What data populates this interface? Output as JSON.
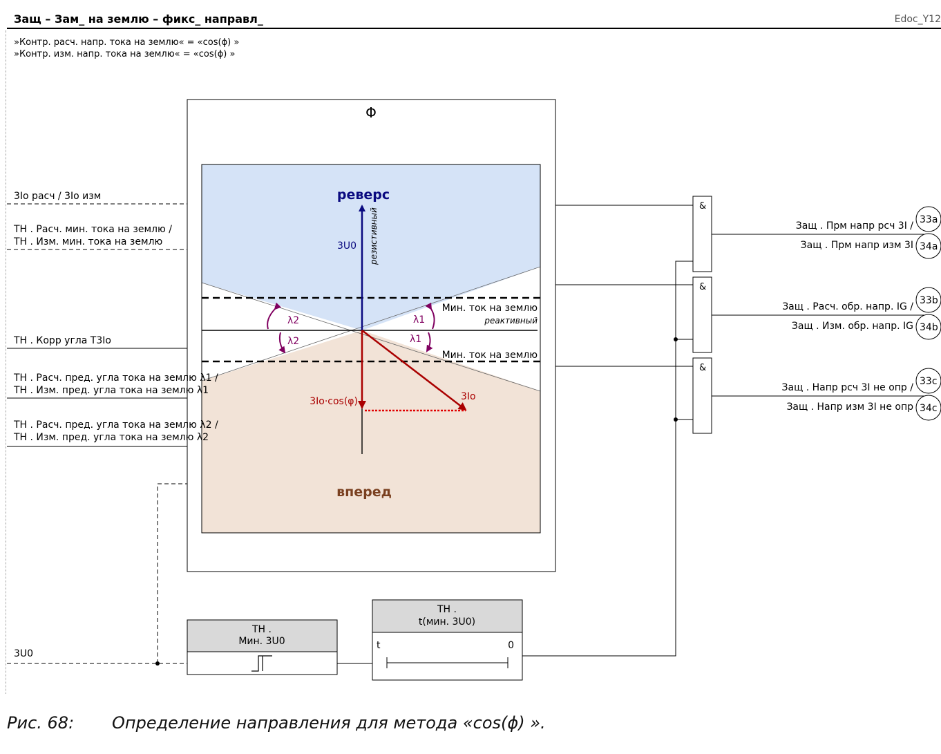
{
  "header": {
    "title": "Защ – Зам_ на землю – фикс_ направл_",
    "doc_id": "Edoc_Y12"
  },
  "conditions": [
    "»Контр. расч. напр. тока на землю« = «cos(ϕ) »",
    "»Контр. изм. напр. тока на землю« = «cos(ϕ) »"
  ],
  "inputs": {
    "in1": "3Io расч / 3Io изм",
    "in2a": "TH . Расч. мин. тока на землю /",
    "in2b": "TH . Изм. мин. тока на землю",
    "in3": "TH . Корр угла T3Io",
    "in4a": "TH . Расч. пред. угла тока на землю λ1 /",
    "in4b": "TH . Изм. пред. угла тока на землю λ1",
    "in5a": "TH . Расч. пред. угла тока на землю λ2 /",
    "in5b": "TH . Изм. пред. угла тока на землю λ2",
    "in6": "3U0"
  },
  "phasor": {
    "block_title": "Φ",
    "reverse": "реверс",
    "forward": "вперед",
    "resistive": "резистивный",
    "reactive": "реактивный",
    "min_current_top": "Мин. ток на землю",
    "min_current_bottom": "Мин. ток на землю",
    "u0": "3U0",
    "io": "3Io",
    "io_cos": "3Io·cos(φ)",
    "l1_upper": "λ1",
    "l1_lower": "λ1",
    "l2_upper": "λ2",
    "l2_lower": "λ2"
  },
  "gates": [
    "&",
    "&",
    "&"
  ],
  "outputs": [
    {
      "line1": "Защ . Прм напр рсч 3I /",
      "line2": "Защ . Прм напр изм 3I",
      "ref1": "33a",
      "ref2": "34a"
    },
    {
      "line1": "Защ . Расч. обр. напр. IG /",
      "line2": "Защ . Изм. обр. напр. IG",
      "ref1": "33b",
      "ref2": "34b"
    },
    {
      "line1": "Защ . Напр рсч 3I не опр /",
      "line2": "Защ . Напр изм 3I не опр",
      "ref1": "33c",
      "ref2": "34c"
    }
  ],
  "min_u0_block": {
    "line1": "TH .",
    "line2": "Мин. 3U0"
  },
  "timer_block": {
    "line1": "TH .",
    "line2": "t(мин. 3U0)",
    "t_label": "t",
    "zero_label": "0"
  },
  "colors": {
    "reverse_fill": "#d5e3f7",
    "forward_fill": "#f2e3d7",
    "reverse_text": "#0a0a80",
    "forward_text": "#7a4020",
    "vector_u0": "#0a0a80",
    "vector_io": "#aa0000",
    "angle_arc": "#800060",
    "block_header": "#d9d9d9"
  },
  "caption": {
    "number": "Рис. 68:",
    "text": "Определение направления для метода «cos(ϕ) »."
  }
}
